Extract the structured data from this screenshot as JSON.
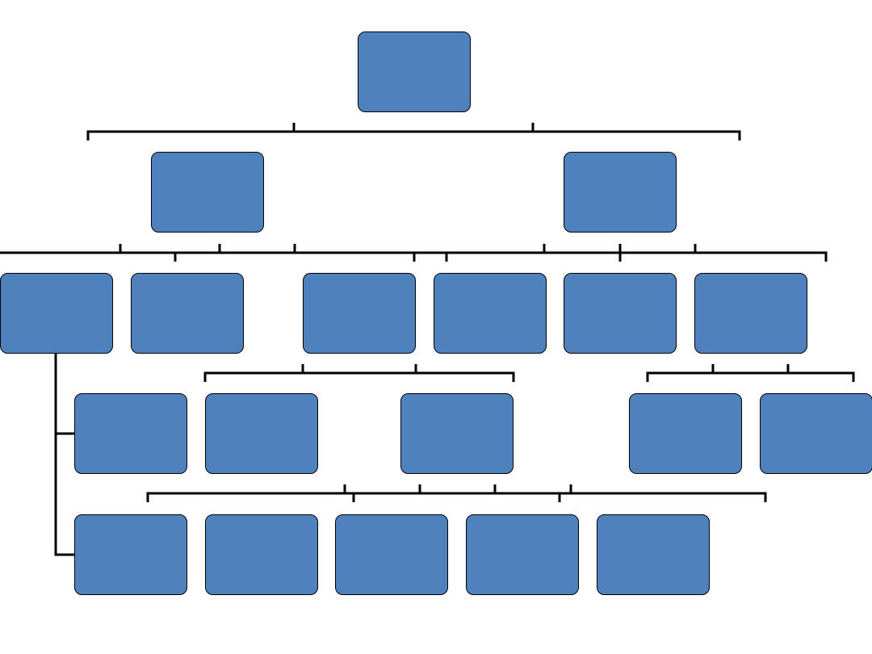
{
  "diagram": {
    "type": "hierarchy-chart",
    "colors": {
      "box_fill": "#4f81bd",
      "box_stroke": "#000000",
      "connector": "#000000",
      "background": "#ffffff"
    },
    "levels": [
      {
        "level": 1,
        "boxes": [
          ""
        ]
      },
      {
        "level": 2,
        "boxes": [
          "",
          ""
        ]
      },
      {
        "level": 3,
        "boxes": [
          "",
          "",
          "",
          "",
          "",
          ""
        ]
      },
      {
        "level": 4,
        "boxes": [
          "",
          "",
          "",
          "",
          ""
        ]
      },
      {
        "level": 5,
        "boxes": [
          "",
          "",
          "",
          "",
          ""
        ]
      }
    ]
  }
}
